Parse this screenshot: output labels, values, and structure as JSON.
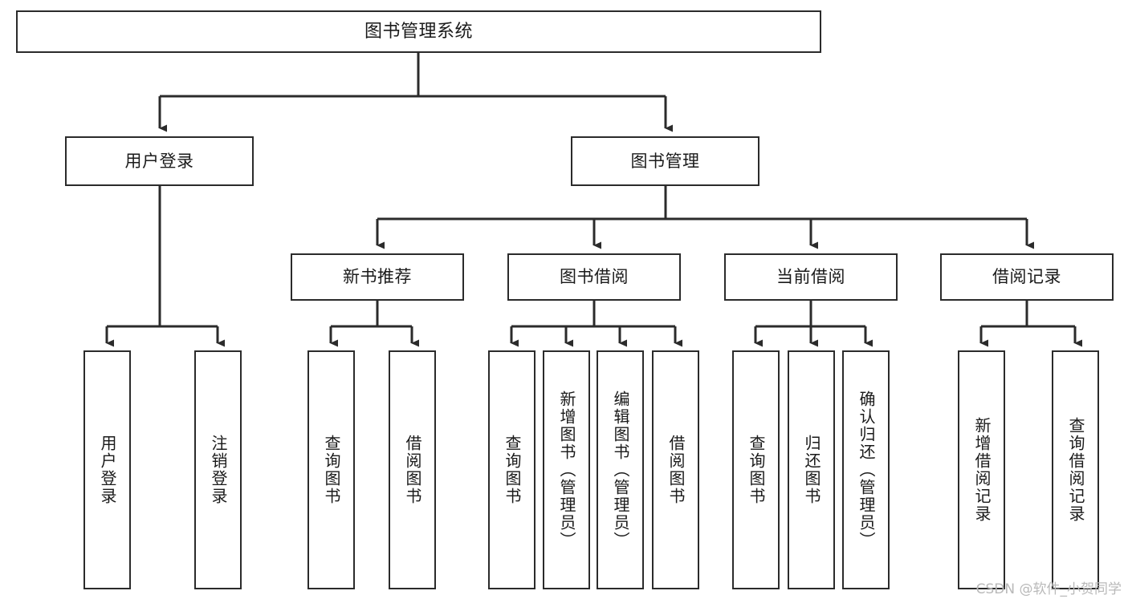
{
  "diagram": {
    "title": "图书管理系统",
    "watermark": "CSDN @软件_小贺同学",
    "accent_border": "#2b2b2b",
    "background": "#ffffff",
    "text_color": "#1a1a1a",
    "root": {
      "label": "图书管理系统"
    },
    "level2": [
      {
        "label": "用户登录"
      },
      {
        "label": "图书管理"
      }
    ],
    "level3": [
      {
        "label": "新书推荐"
      },
      {
        "label": "图书借阅"
      },
      {
        "label": "当前借阅"
      },
      {
        "label": "借阅记录"
      }
    ],
    "leaves": {
      "user_login": [
        {
          "label": "用户登录"
        },
        {
          "label": "注销登录"
        }
      ],
      "new_book_recommend": [
        {
          "label": "查询图书"
        },
        {
          "label": "借阅图书"
        }
      ],
      "book_borrow": [
        {
          "label": "查询图书"
        },
        {
          "label": "新增图书（管理员）"
        },
        {
          "label": "编辑图书（管理员）"
        },
        {
          "label": "借阅图书"
        }
      ],
      "current_borrow": [
        {
          "label": "查询图书"
        },
        {
          "label": "归还图书"
        },
        {
          "label": "确认归还（管理员）"
        }
      ],
      "borrow_record": [
        {
          "label": "新增借阅记录"
        },
        {
          "label": "查询借阅记录"
        }
      ]
    }
  }
}
